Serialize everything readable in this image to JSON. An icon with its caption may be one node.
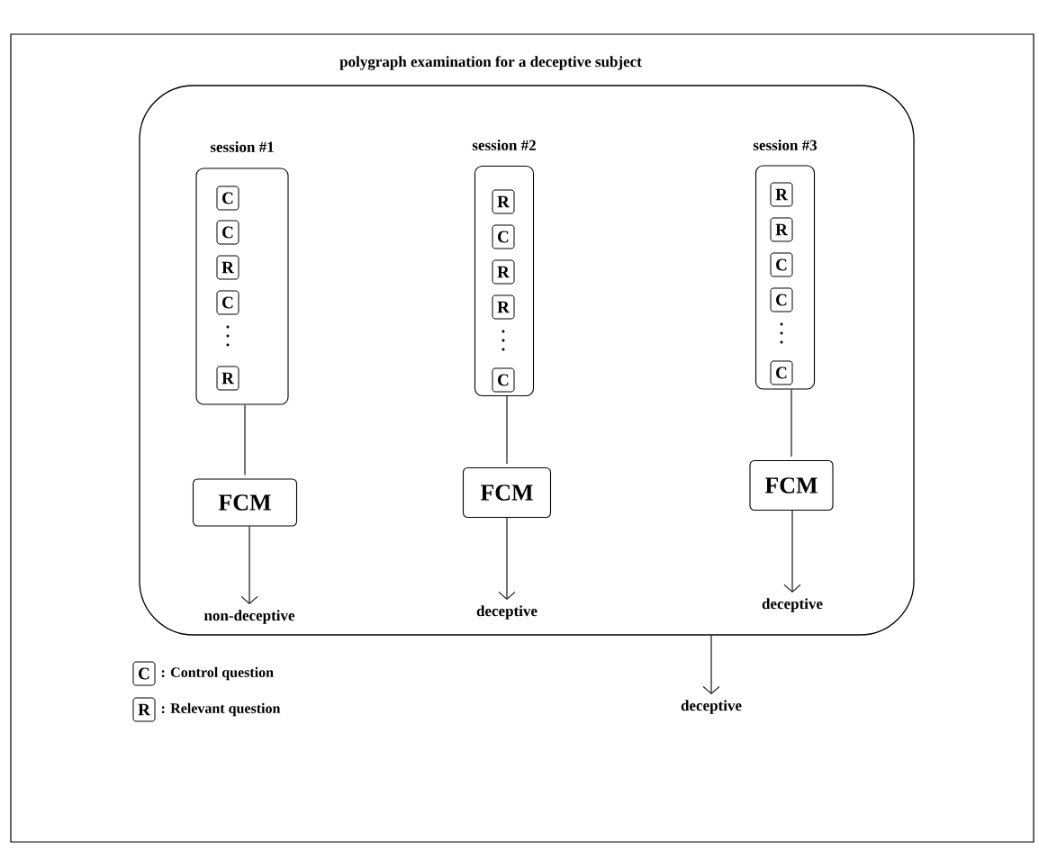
{
  "diagram": {
    "nodes": [
      {
        "text": [
          "polygraph examination for a deceptive subject"
        ]
      },
      {
        "text": [
          "session #1"
        ],
        "in": 0
      },
      {
        "text": [
          "C"
        ],
        "in": 1
      },
      {
        "text": [
          "C"
        ],
        "in": 1
      },
      {
        "text": [
          "R"
        ],
        "in": 1
      },
      {
        "text": [
          "C"
        ],
        "in": 1
      },
      {
        "text": [
          "R"
        ],
        "in": 1
      },
      {
        "text": [
          "FCM"
        ],
        "in": 0
      },
      {
        "text": [
          "non-deceptive"
        ],
        "in": 0
      },
      {
        "text": [
          "session #2"
        ],
        "in": 0
      },
      {
        "text": [
          "R"
        ],
        "in": 9
      },
      {
        "text": [
          "C"
        ],
        "in": 9
      },
      {
        "text": [
          "R"
        ],
        "in": 9
      },
      {
        "text": [
          "R"
        ],
        "in": 9
      },
      {
        "text": [
          "C"
        ],
        "in": 9
      },
      {
        "text": [
          "FCM"
        ],
        "in": 0
      },
      {
        "text": [
          "deceptive"
        ],
        "in": 0
      },
      {
        "text": [
          "session #3"
        ],
        "in": 0
      },
      {
        "text": [
          "R"
        ],
        "in": 17
      },
      {
        "text": [
          "R"
        ],
        "in": 17
      },
      {
        "text": [
          "C"
        ],
        "in": 17
      },
      {
        "text": [
          "C"
        ],
        "in": 17
      },
      {
        "text": [
          "C"
        ],
        "in": 17
      },
      {
        "text": [
          "FCM"
        ],
        "in": 0
      },
      {
        "text": [
          "deceptive"
        ],
        "in": 0
      },
      {
        "text": [
          "deceptive"
        ]
      },
      {
        "text": [
          "C"
        ]
      },
      {
        "text": [
          "R"
        ]
      }
    ],
    "edges": [
      {
        "from": 1,
        "to": 7,
        "arrow": "none"
      },
      {
        "from": 7,
        "to": 8,
        "arrow": "to"
      },
      {
        "from": 9,
        "to": 15,
        "arrow": "none"
      },
      {
        "from": 15,
        "to": 16,
        "arrow": "to"
      },
      {
        "from": 17,
        "to": 23,
        "arrow": "none"
      },
      {
        "from": 23,
        "to": 24,
        "arrow": "to"
      },
      {
        "from": 0,
        "to": 25,
        "arrow": "to"
      }
    ],
    "labels": [
      ": Control question",
      ": Relevant question"
    ]
  }
}
